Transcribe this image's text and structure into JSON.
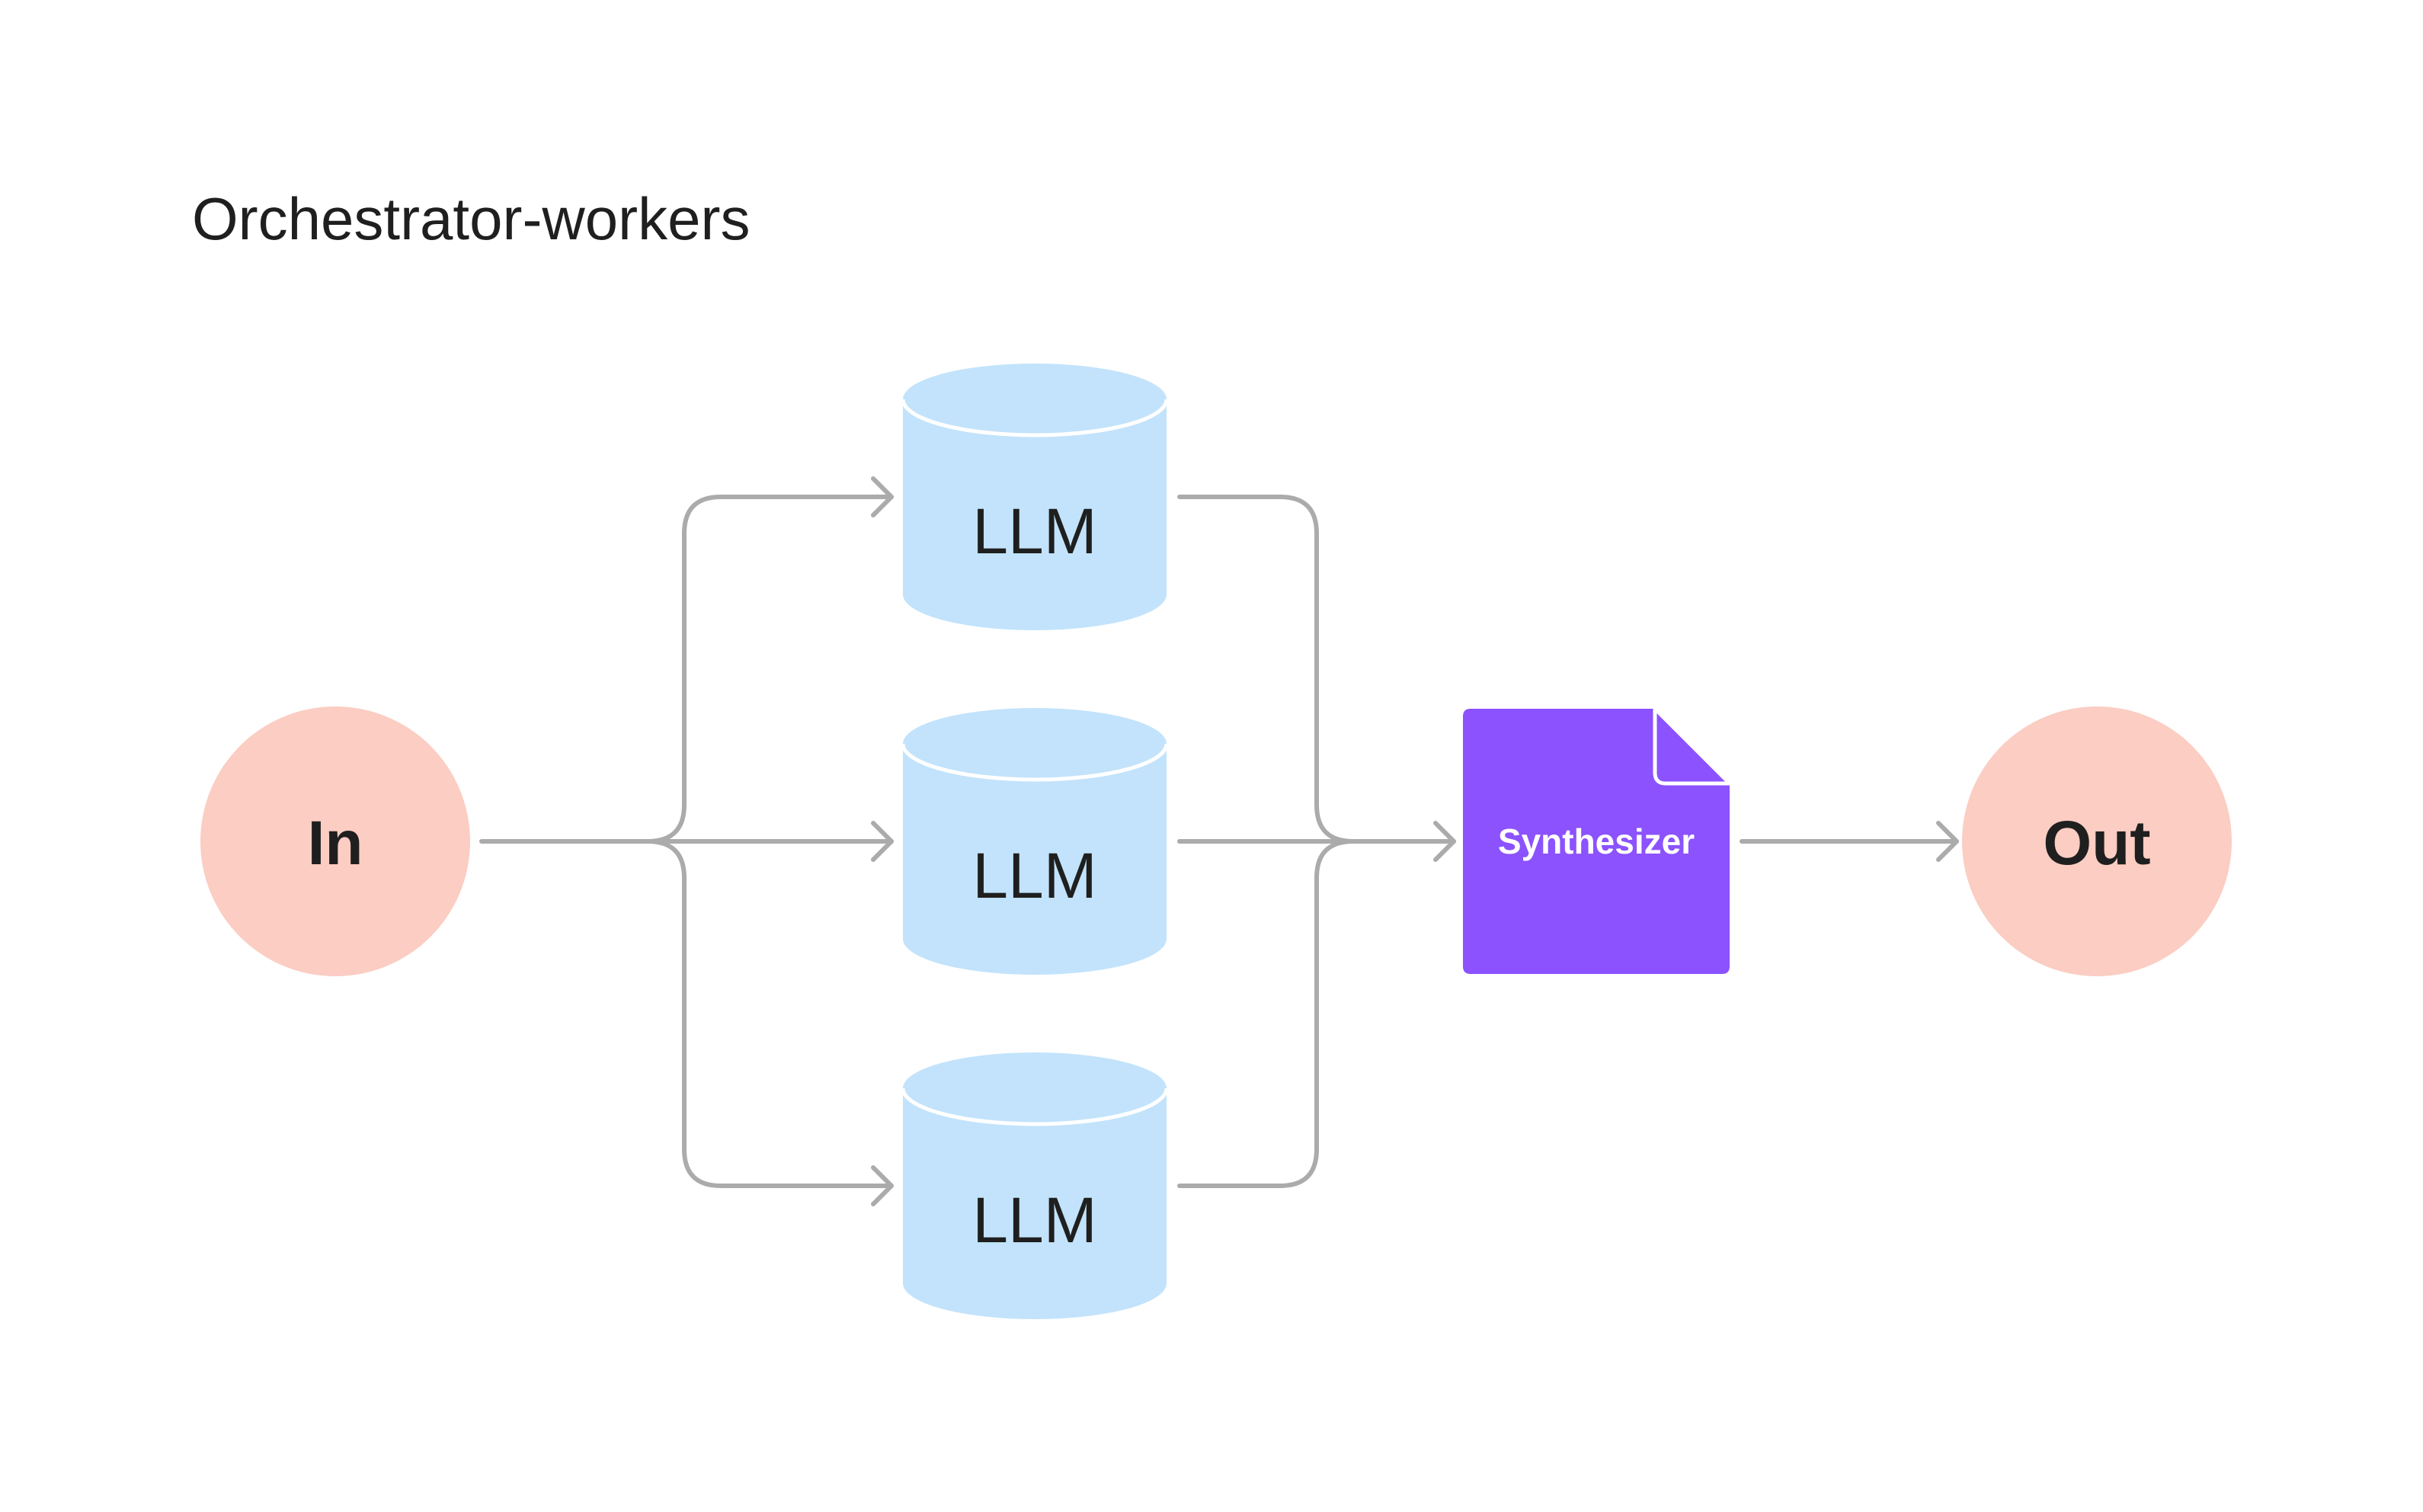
{
  "title": "Orchestrator-workers",
  "colors": {
    "in_out_fill": "#fbcdc3",
    "llm_fill": "#c2e3fb",
    "synthesizer_fill": "#8b52fe",
    "edge": "#ababab"
  },
  "nodes": {
    "input": {
      "label": "In",
      "shape": "circle"
    },
    "workers": [
      {
        "label": "LLM",
        "shape": "cylinder"
      },
      {
        "label": "LLM",
        "shape": "cylinder"
      },
      {
        "label": "LLM",
        "shape": "cylinder"
      }
    ],
    "synthesizer": {
      "label": "Synthesizer",
      "shape": "document",
      "icon": "document-icon"
    },
    "output": {
      "label": "Out",
      "shape": "circle"
    }
  },
  "edges": [
    {
      "from": "In",
      "to": "LLM 1"
    },
    {
      "from": "In",
      "to": "LLM 2"
    },
    {
      "from": "In",
      "to": "LLM 3"
    },
    {
      "from": "LLM 1",
      "to": "Synthesizer"
    },
    {
      "from": "LLM 2",
      "to": "Synthesizer"
    },
    {
      "from": "LLM 3",
      "to": "Synthesizer"
    },
    {
      "from": "Synthesizer",
      "to": "Out"
    }
  ]
}
